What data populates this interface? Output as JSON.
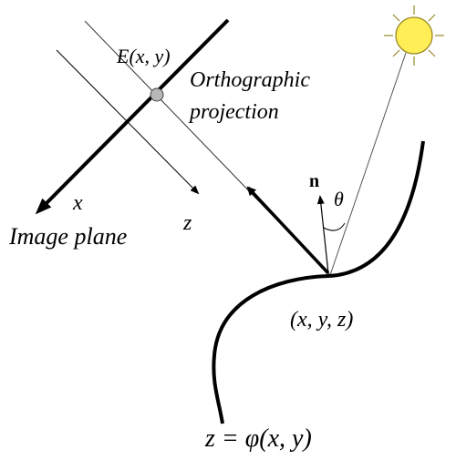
{
  "labels": {
    "point_E": "E(x, y)",
    "orthographic": "Orthographic",
    "projection": "projection",
    "axis_x": "x",
    "image_plane": "Image plane",
    "axis_z": "z",
    "normal": "n",
    "angle": "θ",
    "surface_point": "(x, y, z)",
    "surface_eq": "z = φ(x, y)"
  },
  "icons": {
    "sun": "sun-icon"
  },
  "colors": {
    "sun_fill": "#ffee55",
    "sun_stroke": "#9a8a2a",
    "point_fill": "#b8b8b8",
    "line": "#000000",
    "thin_line": "#555555"
  }
}
